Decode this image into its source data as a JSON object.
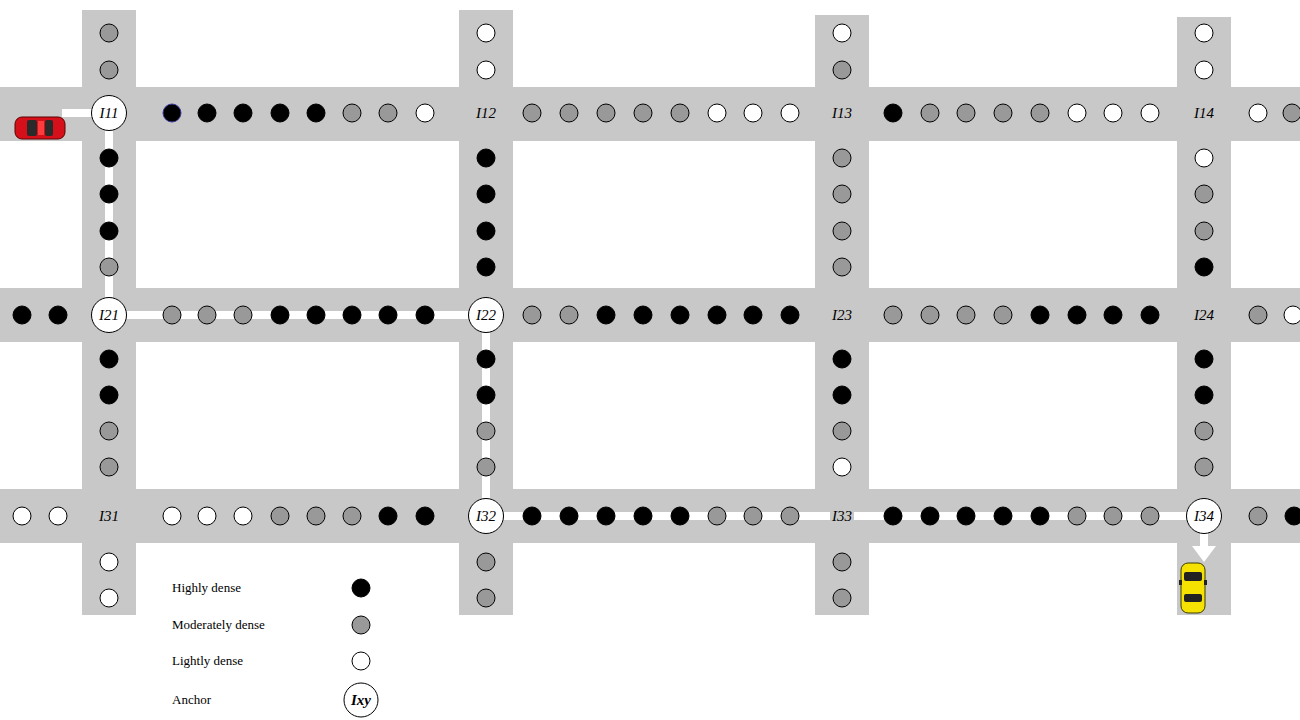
{
  "diagram": {
    "nodes": [
      {
        "text": [
          "I11"
        ]
      },
      {
        "text": [
          "I21"
        ]
      },
      {
        "text": [
          "I22"
        ]
      },
      {
        "text": [
          "I32"
        ]
      },
      {
        "text": [
          "I34"
        ]
      }
    ],
    "edges": [
      {
        "from": 0,
        "to": 1,
        "arrow": "none"
      },
      {
        "from": 1,
        "to": 2,
        "arrow": "none"
      },
      {
        "from": 2,
        "to": 3,
        "arrow": "none"
      },
      {
        "from": 3,
        "to": 4,
        "arrow": "none"
      }
    ],
    "labels": [
      "I12",
      "I13",
      "I14",
      "I23",
      "I24",
      "I31",
      "I33",
      "Ixy"
    ],
    "legend": [
      {
        "text": "Highly dense",
        "color": "#000000"
      },
      {
        "text": "Moderately dense",
        "color": "#999999"
      },
      {
        "text": "Lightly dense",
        "color": "#ffffff"
      },
      {
        "text": "Anchor"
      }
    ]
  }
}
